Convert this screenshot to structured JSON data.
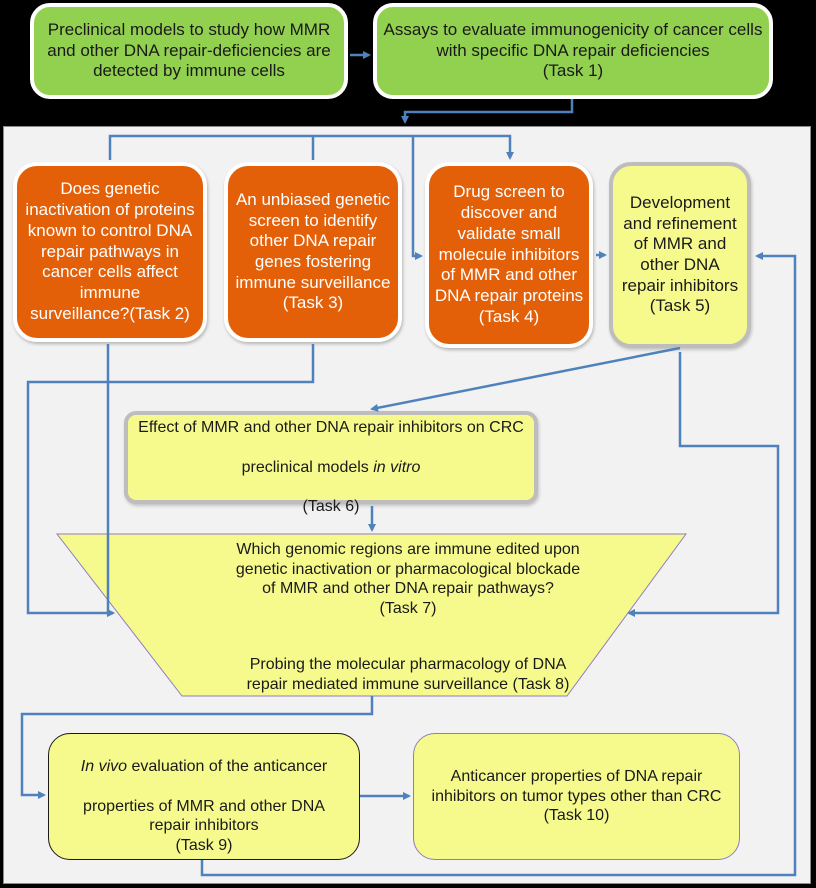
{
  "diagram": {
    "top_row": {
      "preclinical": "Preclinical models to study how MMR\nand other DNA repair-deficiencies are\ndetected by immune cells",
      "task1": "Assays to evaluate immunogenicity of cancer cells\nwith specific DNA repair deficiencies\n(Task 1)"
    },
    "task2": "Does genetic\ninactivation of proteins\nknown to control  DNA\nrepair pathways in\ncancer cells affect\nimmune\nsurveillance?(Task  2)",
    "task3": "An unbiased genetic\nscreen to identify\nother DNA repair\ngenes fostering\nimmune surveillance\n(Task 3)",
    "task4": "Drug screen to\ndiscover and\nvalidate small\nmolecule inhibitors\nof MMR and other\nDNA repair proteins\n(Task 4)",
    "task5": "Development\nand refinement\nof MMR and\nother DNA\nrepair inhibitors\n(Task 5)",
    "task6": {
      "line1": "Effect of MMR and other DNA repair inhibitors on CRC",
      "line2_prefix": "preclinical  models ",
      "line2_italic": "in vitro",
      "line3": "(Task 6)"
    },
    "task7": "Which genomic regions are immune edited upon\ngenetic inactivation or pharmacological  blockade\nof MMR and other DNA repair pathways?\n(Task 7)",
    "task8": "Probing the molecular  pharmacology of DNA\nrepair mediated immune surveillance   (Task 8)",
    "task9": {
      "italic_prefix": "In vivo",
      "line1_rest": " evaluation  of the anticancer",
      "rest": "properties of MMR and other DNA\nrepair inhibitors\n(Task 9)"
    },
    "task10": "Anticancer properties of DNA repair\ninhibitors on tumor types other than CRC\n(Task 10)",
    "colors": {
      "green": "#92d050",
      "orange": "#e36009",
      "yellow": "#f6fa8c",
      "connector": "#4f81bd",
      "panel": "#f2f2f2",
      "background": "#000000"
    }
  }
}
